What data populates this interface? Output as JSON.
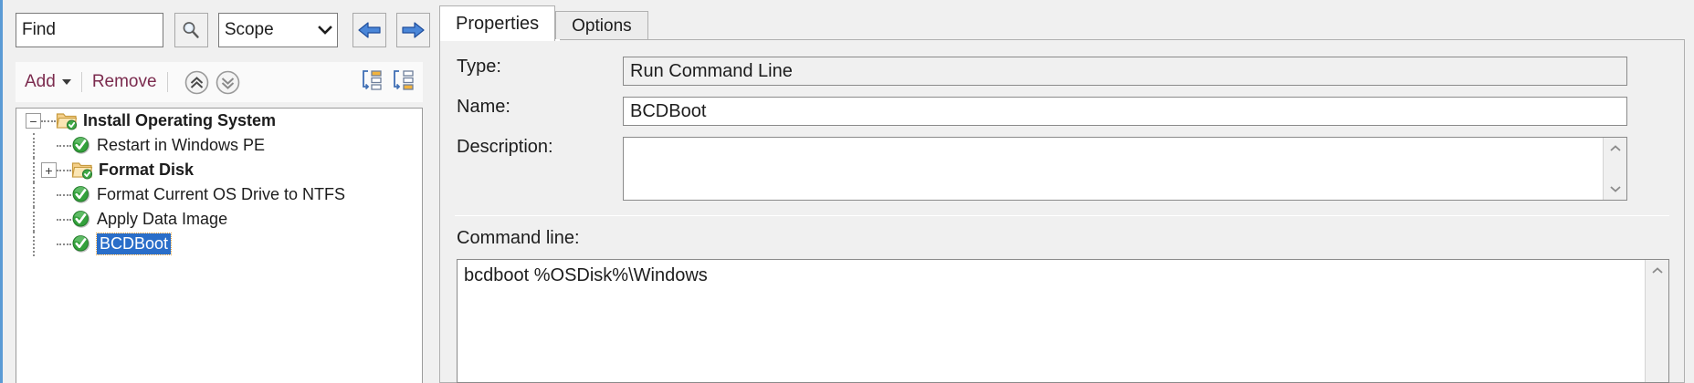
{
  "find_toolbar": {
    "find_value": "Find",
    "find_placeholder": "Find",
    "search_icon": "magnifier-icon",
    "scope_value": "Scope",
    "scope_options": [
      "Scope"
    ],
    "back_icon": "arrow-left-icon",
    "forward_icon": "arrow-right-icon"
  },
  "tree_toolbar": {
    "add_label": "Add",
    "remove_label": "Remove",
    "move_up_icon": "chevron-double-up-icon",
    "move_down_icon": "chevron-double-down-icon",
    "collapse_all_icon": "collapse-list-icon",
    "expand_all_icon": "expand-list-icon"
  },
  "tree": {
    "nodes": [
      {
        "label": "Install Operating System",
        "depth": 0,
        "icon": "folder-check-icon",
        "expander": "minus",
        "bold": true,
        "selected": false
      },
      {
        "label": "Restart in Windows PE",
        "depth": 1,
        "icon": "green-check-icon",
        "expander": "none",
        "bold": false,
        "selected": false
      },
      {
        "label": "Format Disk",
        "depth": 1,
        "icon": "folder-check-icon",
        "expander": "plus",
        "bold": true,
        "selected": false
      },
      {
        "label": "Format Current OS Drive to NTFS",
        "depth": 1,
        "icon": "green-check-icon",
        "expander": "none",
        "bold": false,
        "selected": false
      },
      {
        "label": "Apply Data Image",
        "depth": 1,
        "icon": "green-check-icon",
        "expander": "none",
        "bold": false,
        "selected": false
      },
      {
        "label": "BCDBoot",
        "depth": 1,
        "icon": "green-check-icon",
        "expander": "none",
        "bold": false,
        "selected": true
      }
    ]
  },
  "tabs": [
    {
      "label": "Properties",
      "active": true
    },
    {
      "label": "Options",
      "active": false
    }
  ],
  "properties": {
    "type_label": "Type:",
    "type_value": "Run Command Line",
    "name_label": "Name:",
    "name_value": "BCDBoot",
    "description_label": "Description:",
    "description_value": "",
    "command_line_label": "Command line:",
    "command_line_value": "bcdboot %OSDisk%\\Windows",
    "scroll_up_icon": "chevron-up-icon",
    "scroll_down_icon": "chevron-down-icon"
  },
  "colors": {
    "accent_blue": "#5b9bd5",
    "link_maroon": "#7b2b4e",
    "selection_blue": "#2a6ec9",
    "focus_orange": "#e8a33d",
    "check_green": "#2e9e35",
    "folder_gold": "#f0c674",
    "window_gray": "#f0f0f0"
  }
}
